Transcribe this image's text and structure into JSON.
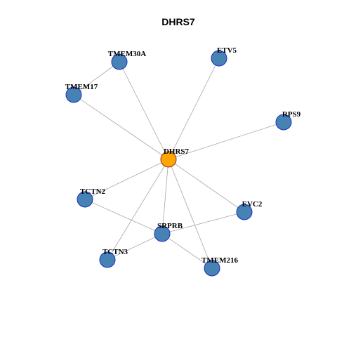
{
  "title": "DHRS7",
  "colors": {
    "center_fill": "#FFA500",
    "center_stroke": "#8B2E1F",
    "node_fill": "#4682B4",
    "node_stroke": "#1F2FBF",
    "edge": "#A8A8A8"
  },
  "nodes": [
    {
      "id": "DHRS7",
      "label": "DHRS7",
      "center": true
    },
    {
      "id": "TMEM30A",
      "label": "TMEM30A"
    },
    {
      "id": "ETV5",
      "label": "ETV5"
    },
    {
      "id": "TMEM17",
      "label": "TMEM17"
    },
    {
      "id": "RPS9",
      "label": "RPS9"
    },
    {
      "id": "TCTN2",
      "label": "TCTN2"
    },
    {
      "id": "EVC2",
      "label": "EVC2"
    },
    {
      "id": "SRPRB",
      "label": "SRPRB"
    },
    {
      "id": "TCTN3",
      "label": "TCTN3"
    },
    {
      "id": "TMEM216",
      "label": "TMEM216"
    }
  ],
  "edges": [
    [
      "TMEM30A",
      "TMEM17"
    ],
    [
      "TMEM30A",
      "DHRS7"
    ],
    [
      "TMEM17",
      "DHRS7"
    ],
    [
      "ETV5",
      "DHRS7"
    ],
    [
      "RPS9",
      "DHRS7"
    ],
    [
      "DHRS7",
      "TCTN2"
    ],
    [
      "DHRS7",
      "EVC2"
    ],
    [
      "DHRS7",
      "SRPRB"
    ],
    [
      "DHRS7",
      "TCTN3"
    ],
    [
      "DHRS7",
      "TMEM216"
    ],
    [
      "TCTN2",
      "SRPRB"
    ],
    [
      "EVC2",
      "SRPRB"
    ],
    [
      "SRPRB",
      "TCTN3"
    ],
    [
      "SRPRB",
      "TMEM216"
    ]
  ]
}
